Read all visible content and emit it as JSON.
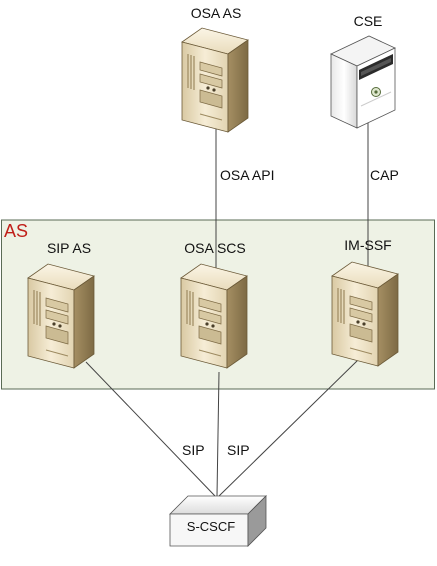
{
  "diagram": {
    "group": {
      "label": "AS",
      "fill": "#eef2e5",
      "border": "#5a6b55",
      "label_color": "#c0201a"
    },
    "nodes": {
      "osa_as": {
        "label": "OSA AS",
        "icon": "tower-server-icon"
      },
      "cse": {
        "label": "CSE",
        "icon": "rack-server-icon"
      },
      "sip_as": {
        "label": "SIP AS",
        "icon": "tower-server-icon"
      },
      "osa_scs": {
        "label": "OSA SCS",
        "icon": "tower-server-icon"
      },
      "im_ssf": {
        "label": "IM-SSF",
        "icon": "tower-server-icon"
      },
      "s_cscf": {
        "label": "S-CSCF",
        "icon": "switch-icon"
      }
    },
    "interfaces": {
      "osa_api": "OSA API",
      "cap": "CAP",
      "sip_left": "SIP",
      "sip_right": "SIP"
    },
    "colors": {
      "server_body": "#eee2c2",
      "server_dark": "#a8946a",
      "line": "#444444"
    }
  }
}
